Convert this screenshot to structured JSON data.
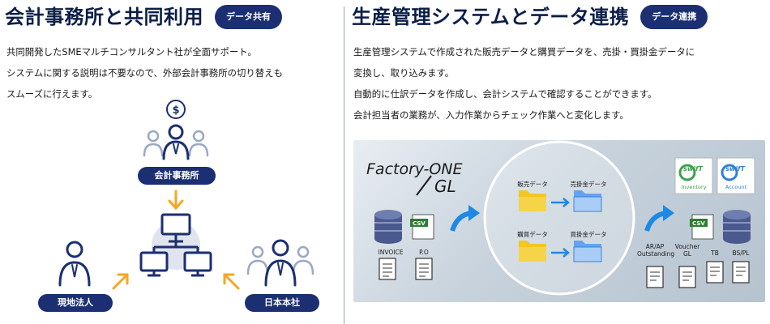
{
  "left": {
    "title": "会計事務所と共同利用",
    "badge": "データ共有",
    "lines": [
      "共同開発したSMEマルチコンサルタント社が全面サポート。",
      "システムに関する説明は不要なので、外部会計事務所の切り替えも",
      "スムーズに行えます。"
    ],
    "nodes": {
      "accounting_firm": "会計事務所",
      "local_entity": "現地法人",
      "japan_hq": "日本本社"
    },
    "coin_symbol": "$"
  },
  "right": {
    "title": "生産管理システムとデータ連携",
    "badge": "データ連携",
    "lines": [
      "生産管理システムで作成された販売データと購買データを、売掛・買掛金データに",
      "変換し、取り込みます。",
      "自動的に仕訳データを作成し、会計システムで確認することができます。",
      "会計担当者の業務が、入力作業からチェック作業へと変化します。"
    ],
    "figure": {
      "logo_line1": "Factory-ONE",
      "logo_line2": "GL",
      "left_docs": [
        "INVOICE",
        "P.O"
      ],
      "csv_label": "CSV",
      "folders": [
        {
          "from": "販売データ",
          "to": "売掛金データ"
        },
        {
          "from": "購買データ",
          "to": "買掛金データ"
        }
      ],
      "swift_cards": [
        {
          "brand": "swifT",
          "sub": "Inventory"
        },
        {
          "brand": "swifT",
          "sub": "Account"
        }
      ],
      "outputs": [
        "AR/AP Outstanding",
        "Voucher GL",
        "TB",
        "BS/PL"
      ]
    }
  },
  "colors": {
    "navy": "#1b2f72",
    "title": "#0b1e48",
    "orange": "#f5a623",
    "blue_arrow": "#1e88e5",
    "person_stroke": "#1b2f72",
    "person_light": "#9aa8c4"
  }
}
